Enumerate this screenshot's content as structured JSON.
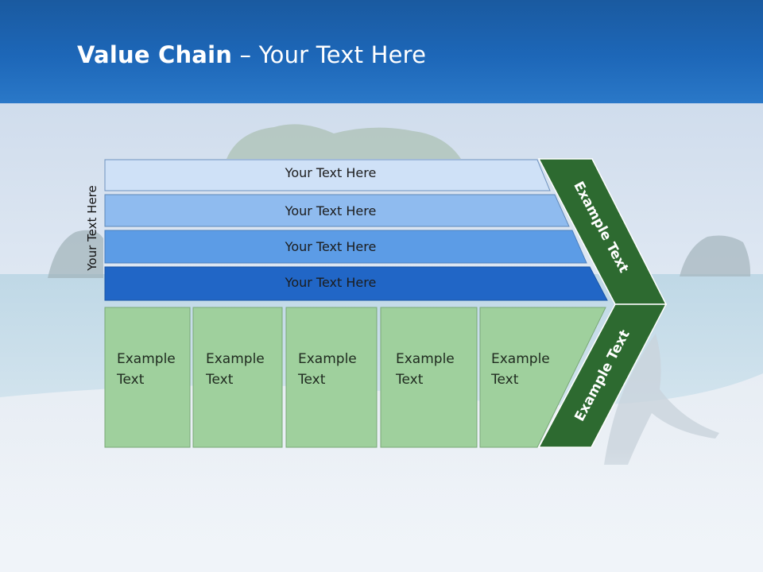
{
  "title": {
    "bold": "Value Chain",
    "rest": " – Your Text Here"
  },
  "side_label": "Your Text Here",
  "rows": [
    {
      "label": "Your Text Here",
      "color": "#cfe1f7"
    },
    {
      "label": "Your Text Here",
      "color": "#8fbbef"
    },
    {
      "label": "Your Text Here",
      "color": "#5c9ce6"
    },
    {
      "label": "Your Text Here",
      "color": "#2166c6"
    }
  ],
  "columns": [
    {
      "line1": "Example",
      "line2": "Text"
    },
    {
      "line1": "Example",
      "line2": "Text"
    },
    {
      "line1": "Example",
      "line2": "Text"
    },
    {
      "line1": "Example",
      "line2": "Text"
    },
    {
      "line1": "Example",
      "line2": "Text"
    }
  ],
  "chevron": {
    "upper_label": "Example Text",
    "lower_label": "Example Text",
    "color": "#2d6a30"
  },
  "colors": {
    "header": "#1d67b8",
    "column_fill": "#9fd09d",
    "column_stroke": "#7aa878"
  }
}
